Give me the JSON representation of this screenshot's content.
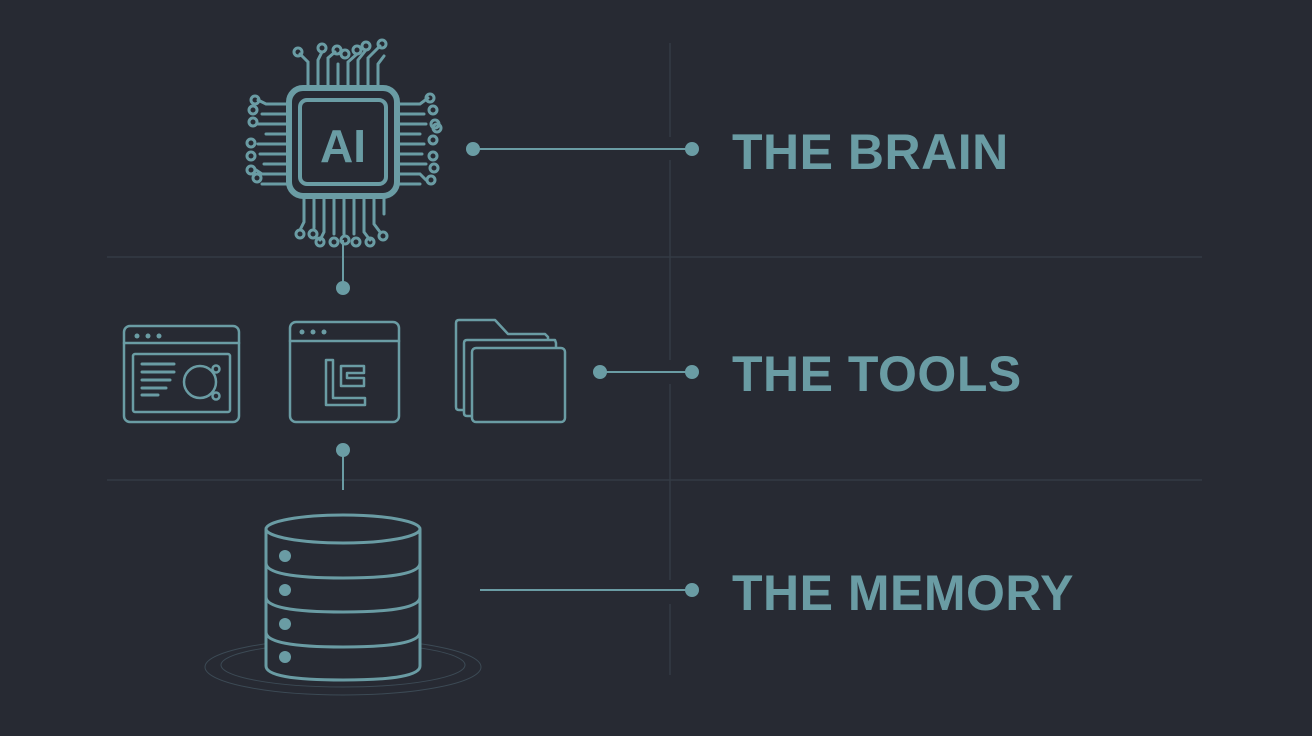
{
  "diagram": {
    "colors": {
      "background": "#272a33",
      "accent": "#6a9ca4",
      "divider": "#343b45"
    },
    "sections": [
      {
        "id": "brain",
        "label": "THE BRAIN",
        "icon": "ai-chip-icon",
        "chip_text": "AI"
      },
      {
        "id": "tools",
        "label": "THE TOOLS",
        "icons": [
          "browser-search-window-icon",
          "code-editor-window-icon",
          "folder-stack-icon"
        ]
      },
      {
        "id": "memory",
        "label": "THE MEMORY",
        "icon": "database-icon"
      }
    ]
  }
}
